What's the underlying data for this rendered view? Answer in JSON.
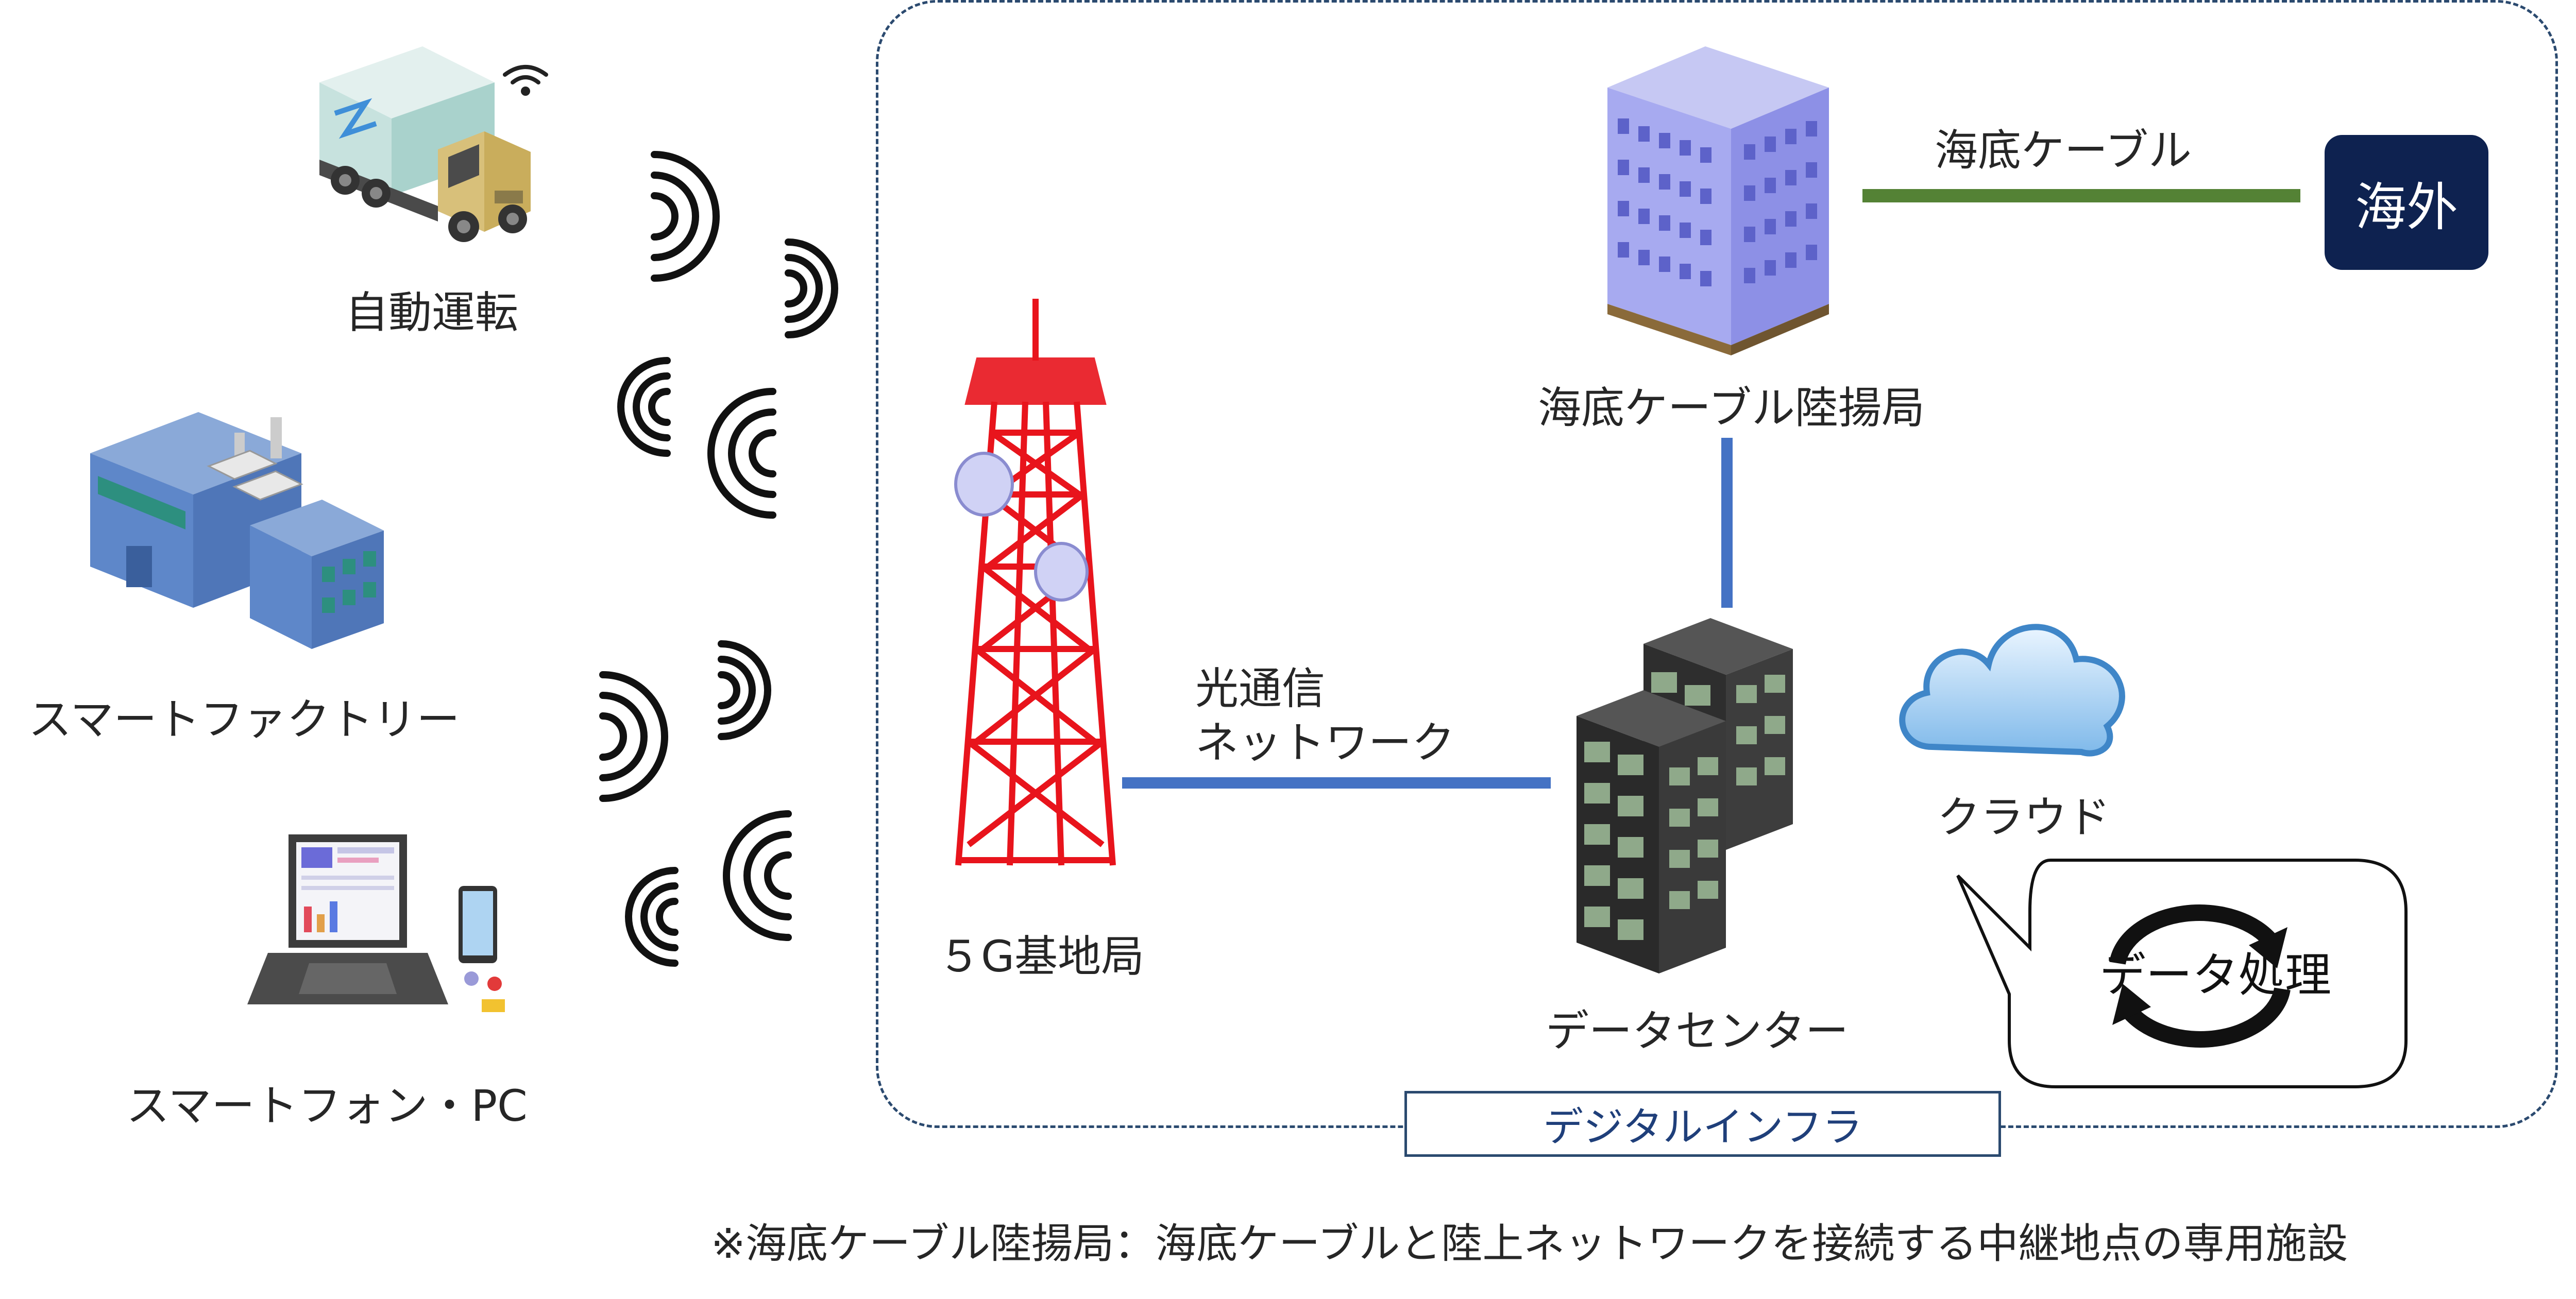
{
  "devices": {
    "autonomous_label": "自動運転",
    "factory_label": "スマートファクトリー",
    "phone_pc_label": "スマートフォン・PC"
  },
  "infra": {
    "tower_label": "５G基地局",
    "optical_label_line1": "光通信",
    "optical_label_line2": "ネットワーク",
    "landing_station_label": "海底ケーブル陸揚局",
    "submarine_cable_label": "海底ケーブル",
    "overseas_label": "海外",
    "datacenter_label": "データセンター",
    "cloud_label": "クラウド",
    "data_processing_label": "データ処理",
    "frame_label": "デジタルインフラ"
  },
  "footnote": "※海底ケーブル陸揚局：海底ケーブルと陸上ネットワークを接続する中継地点の専用施設",
  "colors": {
    "frame": "#2b4a6f",
    "optical_line": "#4472c4",
    "submarine_line": "#548235",
    "tower": "#e8141c",
    "overseas_bg": "#0e2250"
  }
}
